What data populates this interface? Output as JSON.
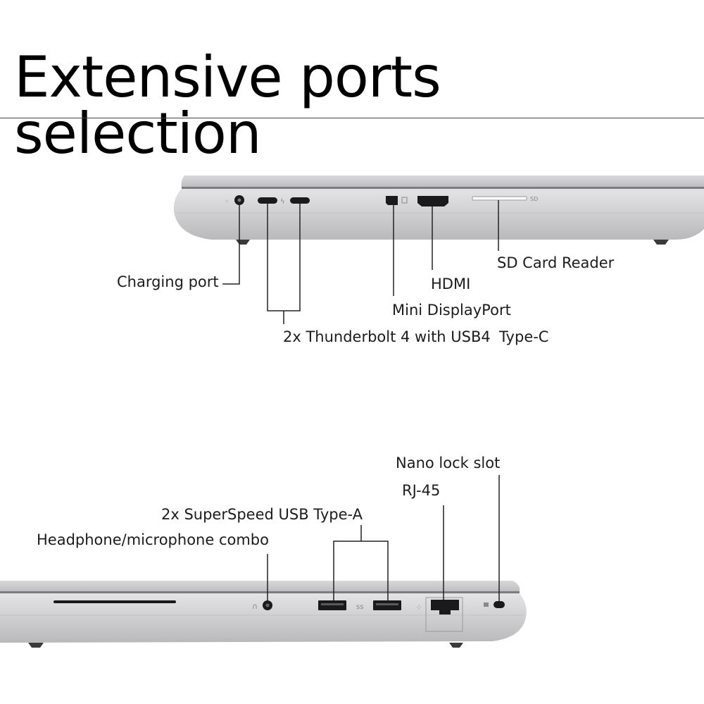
{
  "title": "Extensive ports selection",
  "colors": {
    "chassis": "#cdcdcf",
    "chassis_dark": "#a9a9ab",
    "port": "#1a1a1a",
    "leader": "#222222"
  },
  "right_side": {
    "labels": {
      "charging": "Charging port",
      "thunderbolt": "2x Thunderbolt 4 with USB4",
      "thunderbolt_type": "Type-C",
      "mini_dp": "Mini DisplayPort",
      "hdmi": "HDMI",
      "sd": "SD Card Reader"
    }
  },
  "left_side": {
    "labels": {
      "nano_lock": "Nano lock slot",
      "rj45": "RJ-45",
      "usb_a": "2x SuperSpeed USB Type-A",
      "audio": "Headphone/microphone combo"
    }
  }
}
